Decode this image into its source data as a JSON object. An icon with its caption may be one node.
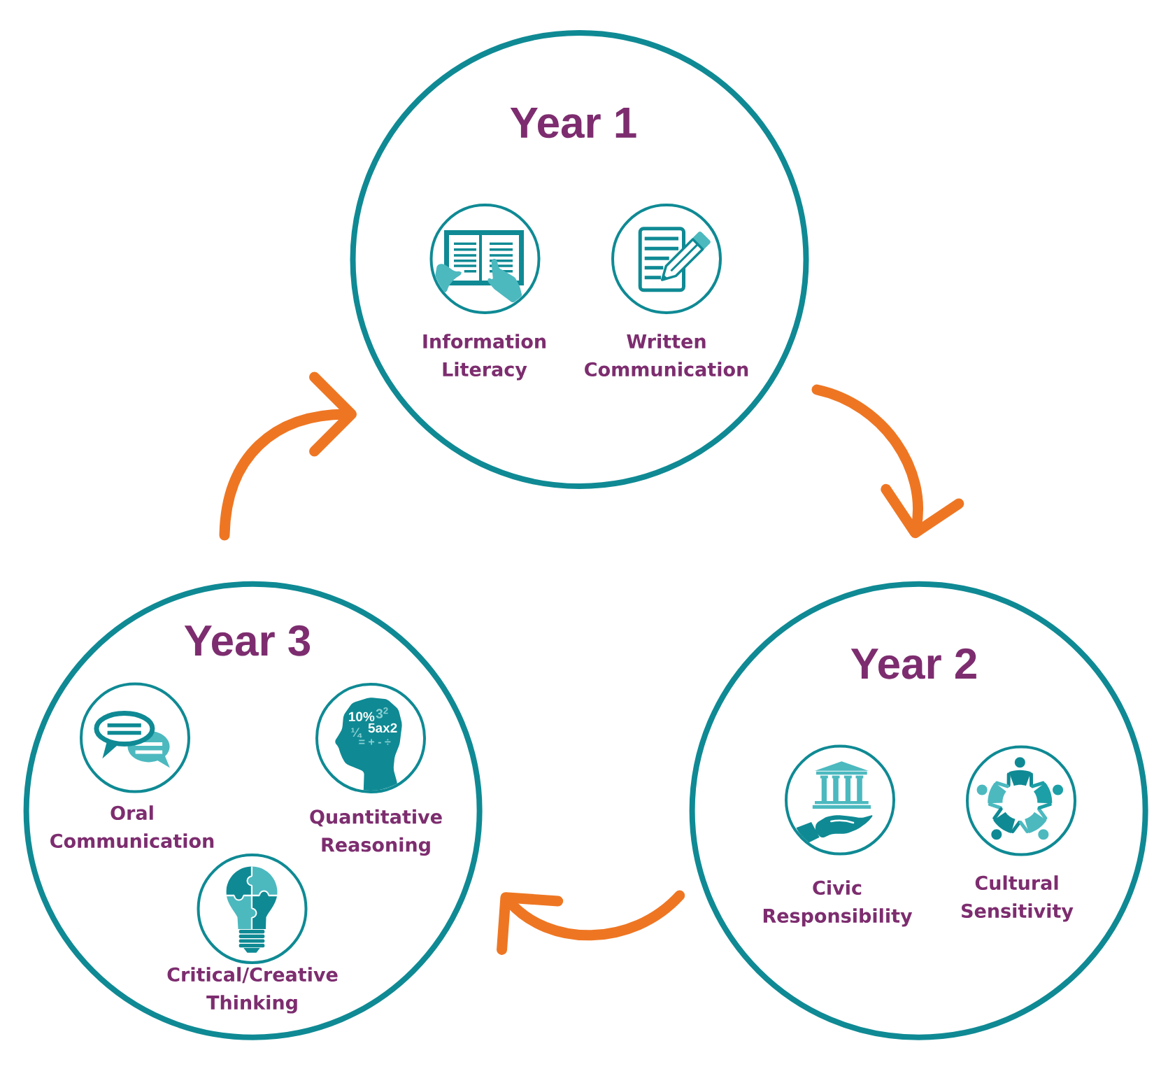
{
  "diagram": {
    "nodes": [
      {
        "text": [
          "Year 1"
        ]
      },
      {
        "text": [
          "Information Literacy"
        ],
        "in": 0
      },
      {
        "text": [
          "Written Communication"
        ],
        "in": 0
      },
      {
        "text": [
          "Year 2"
        ]
      },
      {
        "text": [
          "Civic Responsibility"
        ],
        "in": 3
      },
      {
        "text": [
          "Cultural Sensitivity"
        ],
        "in": 3
      },
      {
        "text": [
          "Year 3"
        ]
      },
      {
        "text": [
          "Oral Communication"
        ],
        "in": 6
      },
      {
        "text": [
          "Quantitative Reasoning"
        ],
        "in": 6
      },
      {
        "text": [
          "Critical/Creative Thinking"
        ],
        "in": 6
      }
    ],
    "edges": [
      {
        "from": 0,
        "to": 3,
        "arrow": "to"
      },
      {
        "from": 3,
        "to": 6,
        "arrow": "to"
      },
      {
        "from": 6,
        "to": 0,
        "arrow": "to"
      }
    ],
    "labels": [
      "10%",
      "3$^{2}$",
      "¼",
      "5ax2",
      "= + - ÷"
    ]
  }
}
